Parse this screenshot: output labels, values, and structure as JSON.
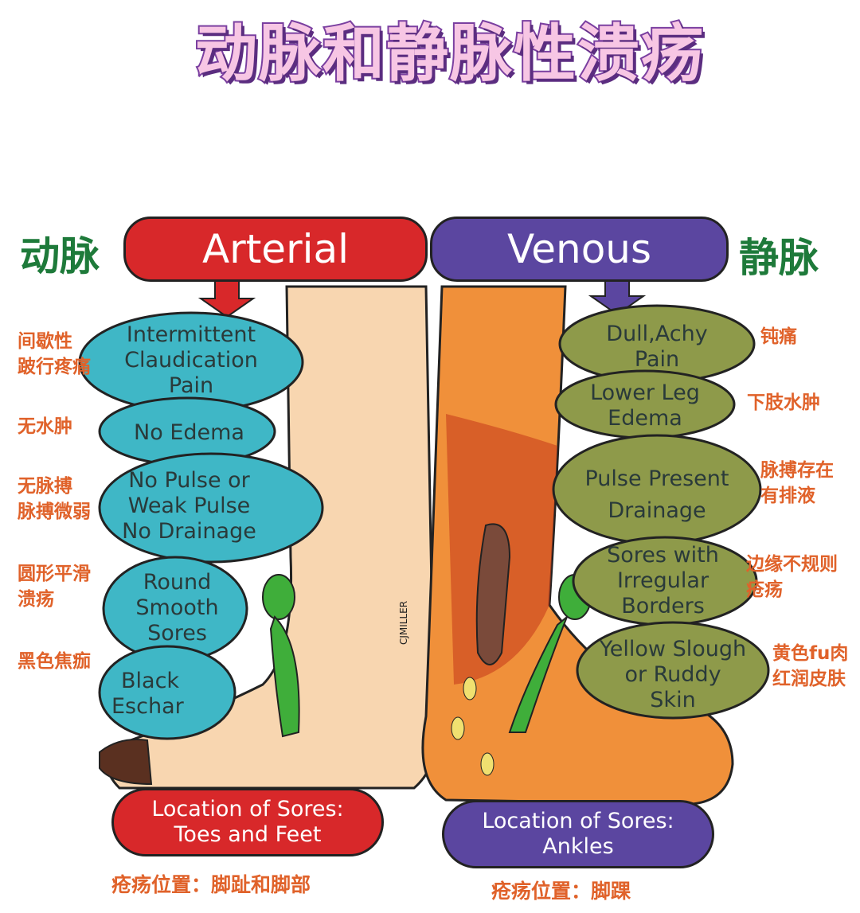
{
  "title": "动脉和静脉性溃疡",
  "arterial": {
    "side_label": "动脉",
    "banner": "Arterial",
    "color": "#d8282a",
    "bubble_color": "#3fb7c6",
    "bubbles": [
      {
        "en": [
          "Intermittent",
          "Claudication",
          "Pain"
        ],
        "cn": [
          "间歇性",
          "跛行疼痛"
        ]
      },
      {
        "en": [
          "No Edema"
        ],
        "cn": [
          "无水肿"
        ]
      },
      {
        "en": [
          "No Pulse or",
          "Weak Pulse",
          "No Drainage"
        ],
        "cn": [
          "无脉搏",
          "脉搏微弱"
        ]
      },
      {
        "en": [
          "Round",
          "Smooth",
          "Sores"
        ],
        "cn": [
          "圆形平滑",
          "溃疡"
        ]
      },
      {
        "en": [
          "Black",
          "Eschar"
        ],
        "cn": [
          "黑色焦痂"
        ]
      }
    ],
    "location": [
      "Location of Sores:",
      "Toes and Feet"
    ],
    "location_cn": "疮疡位置：脚趾和脚部"
  },
  "venous": {
    "side_label": "静脉",
    "banner": "Venous",
    "color": "#5b46a0",
    "bubble_color": "#8e9a4a",
    "bubbles": [
      {
        "en": [
          "Dull,Achy",
          "Pain"
        ],
        "cn": [
          "钝痛"
        ]
      },
      {
        "en": [
          "Lower Leg",
          "Edema"
        ],
        "cn": [
          "下肢水肿"
        ]
      },
      {
        "en": [
          "Pulse Present",
          "Drainage"
        ],
        "cn": [
          "脉搏存在",
          "有排液"
        ]
      },
      {
        "en": [
          "Sores with",
          "Irregular",
          "Borders"
        ],
        "cn": [
          "边缘不规则",
          "疮疡"
        ]
      },
      {
        "en": [
          "Yellow Slough",
          "or Ruddy",
          "Skin"
        ],
        "cn": [
          "黄色fu肉",
          "红润皮肤"
        ]
      }
    ],
    "location": [
      "Location of Sores:",
      "Ankles"
    ],
    "location_cn": "疮疡位置：脚踝"
  },
  "signature": "CJMILLER"
}
